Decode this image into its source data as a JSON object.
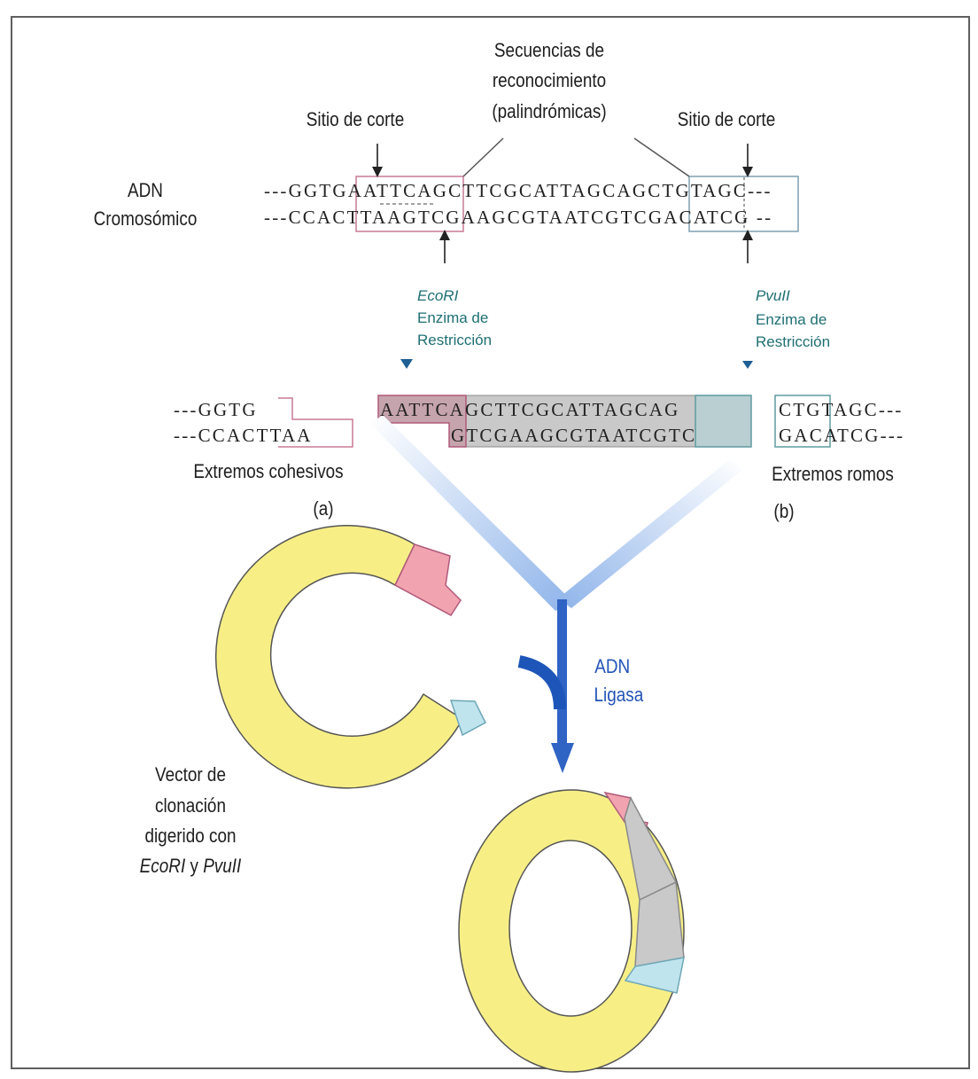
{
  "labels": {
    "recognition_sequences": "Secuencias de",
    "recognition_sequences_2": "reconocimiento",
    "recognition_sequences_3": "(palindrómicas)",
    "cut_site_left": "Sitio de corte",
    "cut_site_right": "Sitio de corte",
    "chromosomal_dna_1": "ADN",
    "chromosomal_dna_2": "Cromosómico",
    "ecori_name": "EcoRI",
    "ecori_line2": "Enzima de",
    "ecori_line3": "Restricción",
    "pvuii_name": "PvuII",
    "pvuii_line2": "Enzima de",
    "pvuii_line3": "Restricción",
    "sticky_ends": "Extremos cohesivos",
    "sticky_tag": "(a)",
    "blunt_ends": "Extremos romos",
    "blunt_tag": "(b)",
    "ligase_1": "ADN",
    "ligase_2": "Ligasa",
    "vector_1": "Vector de",
    "vector_2": "clonación",
    "vector_3": "digerido con",
    "vector_4_ecori": "EcoRI",
    "vector_4_and": " y ",
    "vector_4_pvuii": "PvuII"
  },
  "sequences": {
    "top_strand": "---GGTGAATTCAGCTTCGCATTAGCAGCTGTAGC---",
    "bottom_strand": "---CCACTTAAGTCGAAGCGTAATCGTCGACATCG --",
    "left_frag_top": "---GGTG",
    "left_frag_bottom": "---CCACTTAA",
    "middle_frag_top": "AATTCAGCTTCGCATTAGCAG",
    "middle_frag_bottom": "GTCGAAGCGTAATCGTC",
    "right_frag_top": "CTGTAGC---",
    "right_frag_bottom": "GACATCG---"
  },
  "colors": {
    "vector": "#f7ef86",
    "ecori_end": "#f2a3b0",
    "pvuii_end": "#bfe4ee",
    "insert": "#c9c9c9",
    "ligase_arrow": "#2f63c4",
    "label_teal": "#1f6f73"
  }
}
